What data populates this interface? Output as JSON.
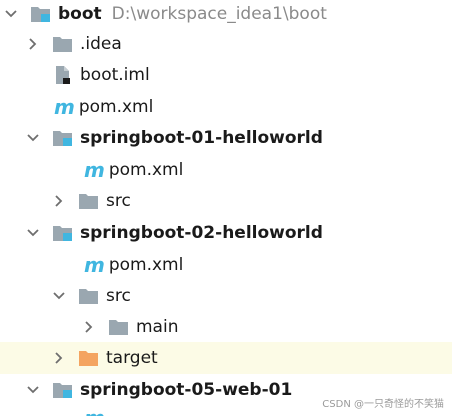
{
  "tree": {
    "root": {
      "name": "boot",
      "path": "D:\\workspace_idea1\\boot"
    },
    "idea": {
      "name": ".idea"
    },
    "boot_iml": {
      "name": "boot.iml"
    },
    "root_pom": {
      "name": "pom.xml"
    },
    "module1": {
      "name": "springboot-01-helloworld",
      "pom": "pom.xml",
      "src": "src"
    },
    "module2": {
      "name": "springboot-02-helloworld",
      "pom": "pom.xml",
      "src": "src",
      "main": "main",
      "target": "target"
    },
    "module5": {
      "name": "springboot-05-web-01"
    }
  },
  "icons": {
    "maven_glyph": "m",
    "folder_color": "#9aa7b0",
    "module_badge_color": "#40b6e0",
    "target_folder_color": "#f4a460"
  },
  "watermark": "CSDN @一只奇怪的不笑猫"
}
